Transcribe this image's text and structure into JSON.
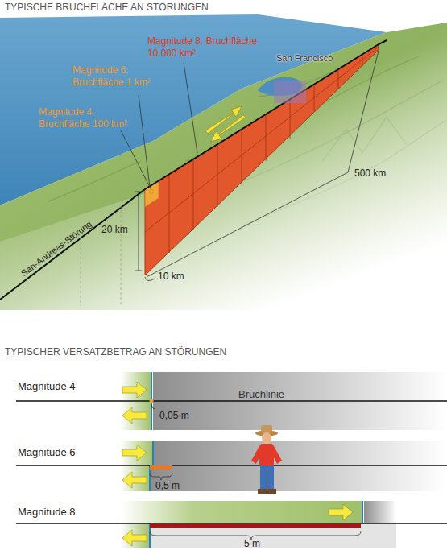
{
  "diagram": {
    "title": "TYPISCHE BRUCHFLÄCHE AN STÖRUNGEN",
    "labels": [
      "San Francisco",
      "Magnitude 8: Bruchfläche 10 000 km²",
      "Magnitude 6: Bruchfläche 1 km²",
      "Magnitude 4: Bruchfläche 100 km²",
      "500 km",
      "20 km",
      "San-Andreas-Störung",
      "10 km",
      "TYPISCHER VERSATZBETRAG AN STÖRUNGEN",
      "Magnitude 4",
      "Bruchlinie",
      "0,05 m",
      "Magnitude 6",
      "0,5 m",
      "Magnitude 8",
      "5 m"
    ]
  }
}
